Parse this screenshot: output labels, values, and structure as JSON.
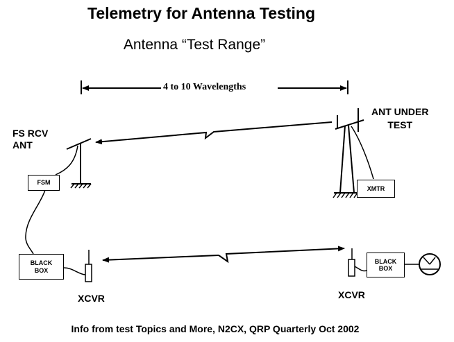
{
  "title": "Telemetry for Antenna Testing",
  "subtitle": "Antenna “Test Range”",
  "distance_label": "4 to 10 Wavelengths",
  "fs_rcv_label": "FS RCV\nANT",
  "ant_under_test_label": "ANT UNDER\nTEST",
  "fsm_label": "FSM",
  "xmtr_label": "XMTR",
  "black_box_left_label": "BLACK\nBOX",
  "black_box_right_label": "BLACK\nBOX",
  "xcvr_left_label": "XCVR",
  "xcvr_right_label": "XCVR",
  "footer": "Info from test Topics and More, N2CX, QRP Quarterly Oct 2002"
}
